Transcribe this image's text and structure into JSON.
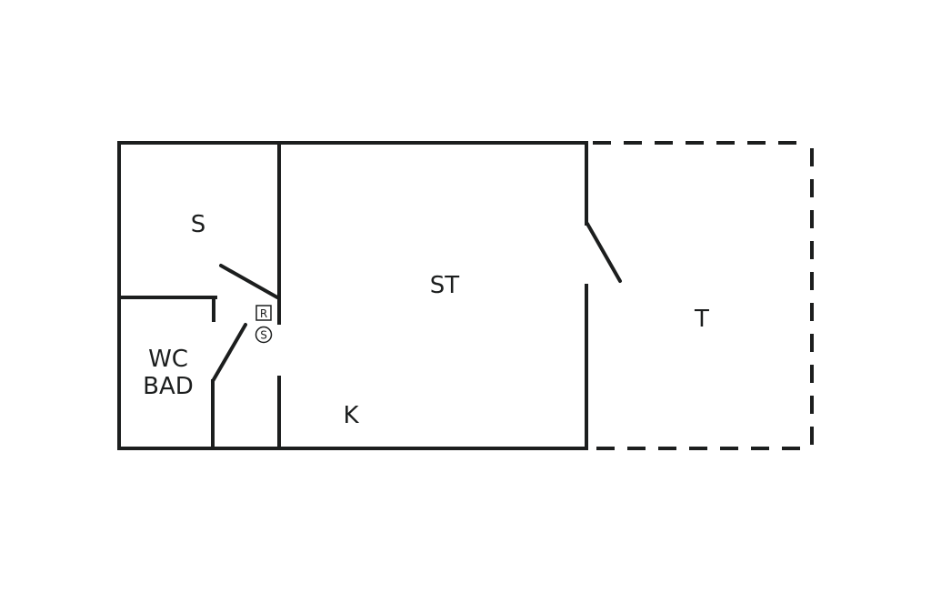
{
  "floorplan": {
    "rooms": [
      {
        "id": "bedroom",
        "label": "S"
      },
      {
        "id": "living",
        "label": "ST"
      },
      {
        "id": "kitchen",
        "label": "K"
      },
      {
        "id": "bathroom",
        "label_line1": "WC",
        "label_line2": "BAD"
      },
      {
        "id": "terrace",
        "label": "T"
      }
    ],
    "symbols": {
      "box_label": "R",
      "circle_label": "S"
    },
    "colors": {
      "line": "#1c1e1e",
      "background": "#ffffff"
    }
  }
}
